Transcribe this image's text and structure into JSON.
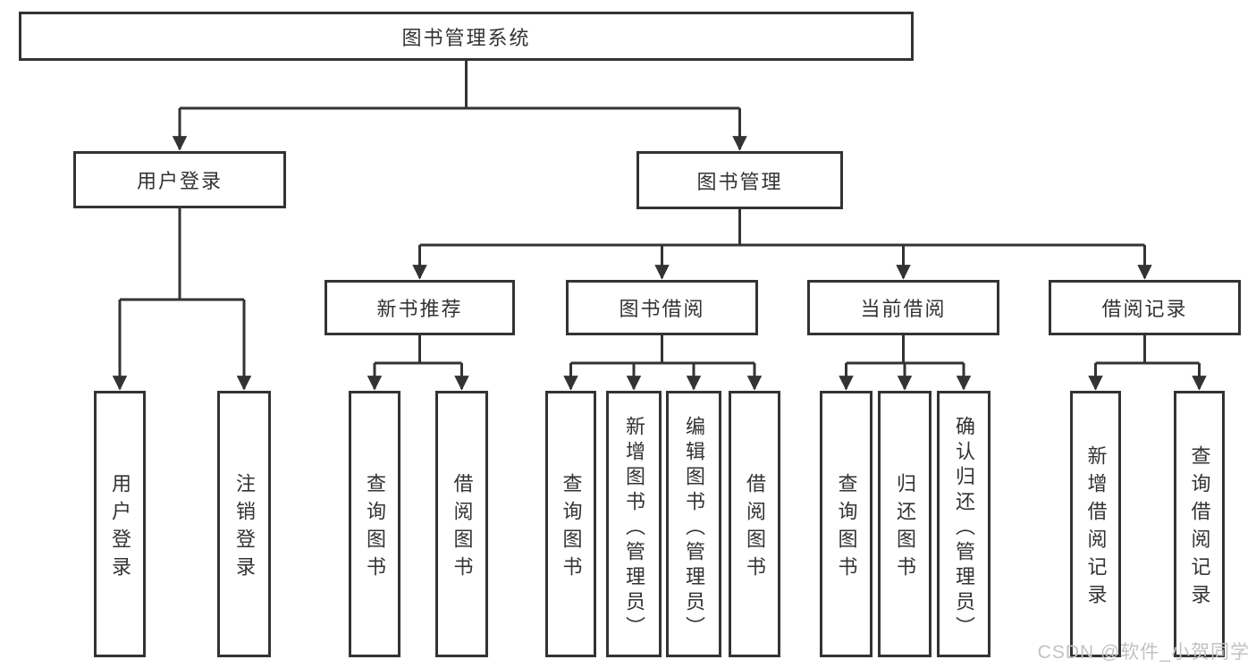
{
  "tree": {
    "root": "图书管理系统",
    "branches": [
      {
        "label": "用户登录",
        "leaves": [
          "用户登录",
          "注销登录"
        ]
      },
      {
        "label": "图书管理",
        "groups": [
          {
            "label": "新书推荐",
            "leaves": [
              "查询图书",
              "借阅图书"
            ]
          },
          {
            "label": "图书借阅",
            "leaves": [
              "查询图书",
              "新增图书（管理员）",
              "编辑图书（管理员）",
              "借阅图书"
            ]
          },
          {
            "label": "当前借阅",
            "leaves": [
              "查询图书",
              "归还图书",
              "确认归还（管理员）"
            ]
          },
          {
            "label": "借阅记录",
            "leaves": [
              "新增借阅记录",
              "查询借阅记录"
            ]
          }
        ]
      }
    ]
  },
  "watermark": "CSDN @软件_小贺同学",
  "colors": {
    "line": "#333333",
    "box_border": "#333333",
    "box_background": "#ffffff",
    "text": "#333333",
    "watermark": "#c2c2c2",
    "page_background": "#ffffff"
  }
}
